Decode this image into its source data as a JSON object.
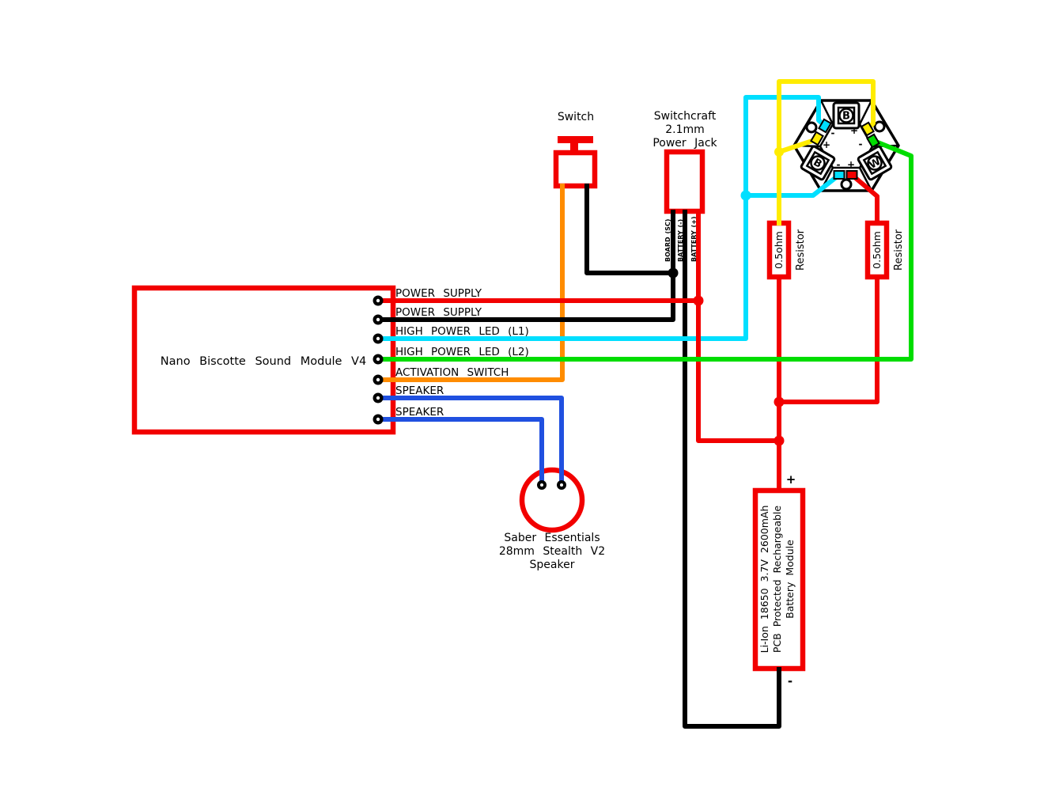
{
  "colors": {
    "red": "#f20000",
    "black": "#000000",
    "orange": "#ff8c00",
    "cyan": "#00dfff",
    "green": "#00dd00",
    "blue": "#2050e0",
    "yellow": "#ffec00"
  },
  "module": {
    "label": "Nano Biscotte Sound Module V4",
    "pins": [
      {
        "label": "POWER SUPPLY",
        "wire": "red"
      },
      {
        "label": "POWER SUPPLY",
        "wire": "black"
      },
      {
        "label": "HIGH POWER LED (L1)",
        "wire": "cyan"
      },
      {
        "label": "HIGH POWER LED (L2)",
        "wire": "green"
      },
      {
        "label": "ACTIVATION SWITCH",
        "wire": "orange"
      },
      {
        "label": "SPEAKER",
        "wire": "blue"
      },
      {
        "label": "SPEAKER",
        "wire": "blue"
      }
    ]
  },
  "switch": {
    "label": "Switch"
  },
  "power_jack": {
    "title": [
      "Switchcraft",
      "2.1mm",
      "Power Jack"
    ],
    "pins": [
      {
        "label": "BOARD (SC)"
      },
      {
        "label": "BATTERY (-)"
      },
      {
        "label": "BATTERY (+)"
      }
    ]
  },
  "led_star": {
    "leds": [
      {
        "label": "B"
      },
      {
        "label": "B"
      },
      {
        "label": "W"
      }
    ],
    "pads": {
      "top_left": "-",
      "left": "+",
      "top_right": "+",
      "right": "-",
      "bottom_left": "-",
      "bottom_right": "+"
    }
  },
  "resistors": [
    {
      "value": "0.5ohm",
      "name": "Resistor"
    },
    {
      "value": "0.5ohm",
      "name": "Resistor"
    }
  ],
  "battery": {
    "lines": [
      "Li-Ion 18650 3.7V 2600mAh",
      "PCB Protected Rechargeable",
      "Battery Module"
    ],
    "positive": "+",
    "negative": "-"
  },
  "speaker": {
    "lines": [
      "Saber Essentials",
      "28mm Stealth V2",
      "Speaker"
    ]
  }
}
